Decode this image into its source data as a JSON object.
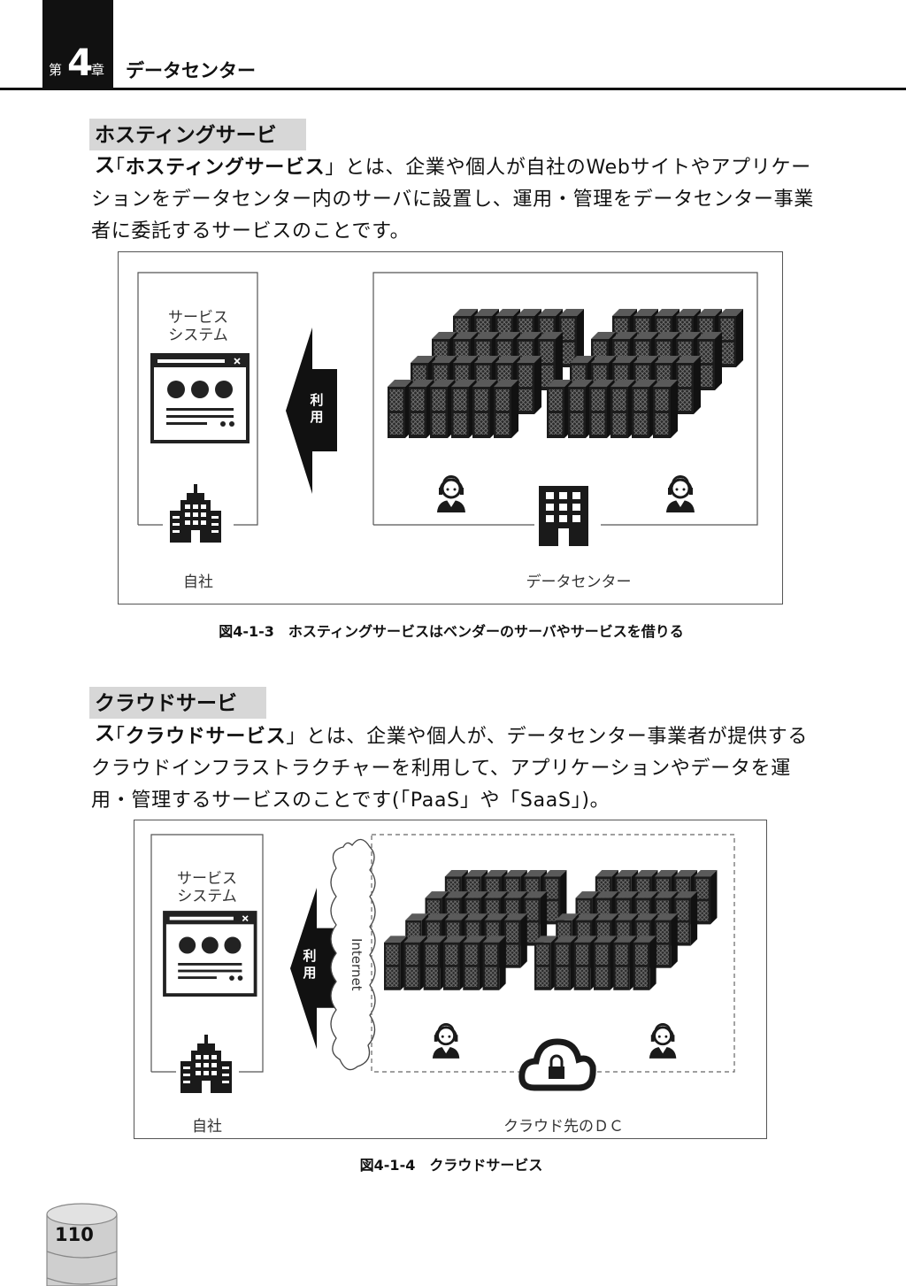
{
  "header": {
    "chapter_prefix": "第",
    "chapter_number": "4",
    "chapter_suffix": "章",
    "chapter_title": "データセンター"
  },
  "section1": {
    "heading": "ホスティングサービス",
    "para_open": "「",
    "para_term": "ホスティングサービス",
    "para_rest": "」とは、企業や個人が自社のWebサイトやアプリケーションをデータセンター内のサーバに設置し、運用・管理をデータセンター事業者に委託するサービスのことです。",
    "figure": {
      "service_label_line1": "サービス",
      "service_label_line2": "システム",
      "arrow_label_1": "利",
      "arrow_label_2": "用",
      "left_label": "自社",
      "right_label": "データセンター",
      "caption": "図4-1-3　ホスティングサービスはベンダーのサーバやサービスを借りる"
    }
  },
  "section2": {
    "heading": "クラウドサービス",
    "para_open": "「",
    "para_term": "クラウドサービス",
    "para_rest": "」とは、企業や個人が、データセンター事業者が提供するクラウドインフラストラクチャーを利用して、アプリケーションやデータを運用・管理するサービスのことです(「PaaS」や「SaaS」)。",
    "figure": {
      "service_label_line1": "サービス",
      "service_label_line2": "システム",
      "arrow_label_1": "利",
      "arrow_label_2": "用",
      "internet_label": "Internet",
      "left_label": "自社",
      "right_label": "クラウド先のＤＣ",
      "caption": "図4-1-4　クラウドサービス"
    }
  },
  "footer": {
    "page_number": "110"
  },
  "icons": [
    "browser-window-icon",
    "office-building-icon",
    "datacenter-building-icon",
    "operator-headset-icon",
    "server-rack-icon",
    "cloud-lock-icon",
    "left-arrow-icon",
    "cloud-shape-icon",
    "page-cylinder-icon"
  ]
}
